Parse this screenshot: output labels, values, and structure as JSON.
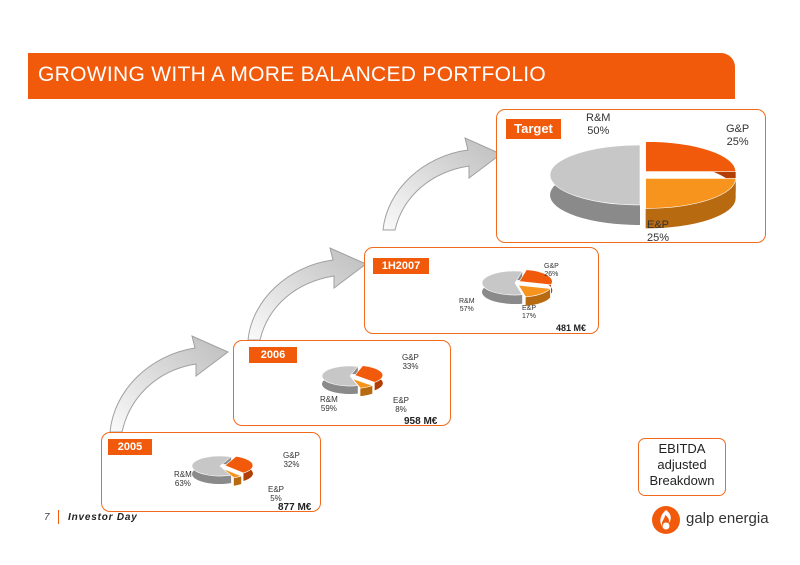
{
  "header": {
    "title": "GROWING WITH A MORE BALANCED PORTFOLIO"
  },
  "colors": {
    "accent": "#f15a0b",
    "rm": "#c7c7c7",
    "gp": "#f15a0b",
    "ep": "#f7941d"
  },
  "periods": [
    {
      "label": "2005",
      "total": "877 M€",
      "rm": "R&M\n63%",
      "gp": "G&P\n32%",
      "ep": "E&P\n5%"
    },
    {
      "label": "2006",
      "total": "958 M€",
      "rm": "R&M\n59%",
      "gp": "G&P\n33%",
      "ep": "E&P\n8%"
    },
    {
      "label": "1H2007",
      "total": "481 M€",
      "rm": "R&M\n57%",
      "gp": "G&P\n26%",
      "ep": "E&P\n17%"
    },
    {
      "label": "Target",
      "total": "",
      "rm": "R&M\n50%",
      "gp": "G&P\n25%",
      "ep": "E&P\n25%"
    }
  ],
  "ebitda_box": "EBITDA\nadjusted\nBreakdown",
  "footer": {
    "page": "7",
    "text": "Investor Day"
  },
  "logo": {
    "text": "galp energia",
    "icon": "galp-flame-icon"
  },
  "chart_data": [
    {
      "type": "pie",
      "title": "2005",
      "categories": [
        "R&M",
        "G&P",
        "E&P"
      ],
      "values": [
        63,
        32,
        5
      ],
      "total": "877 M€"
    },
    {
      "type": "pie",
      "title": "2006",
      "categories": [
        "R&M",
        "G&P",
        "E&P"
      ],
      "values": [
        59,
        33,
        8
      ],
      "total": "958 M€"
    },
    {
      "type": "pie",
      "title": "1H2007",
      "categories": [
        "R&M",
        "G&P",
        "E&P"
      ],
      "values": [
        57,
        26,
        17
      ],
      "total": "481 M€"
    },
    {
      "type": "pie",
      "title": "Target",
      "categories": [
        "R&M",
        "G&P",
        "E&P"
      ],
      "values": [
        50,
        25,
        25
      ]
    }
  ]
}
